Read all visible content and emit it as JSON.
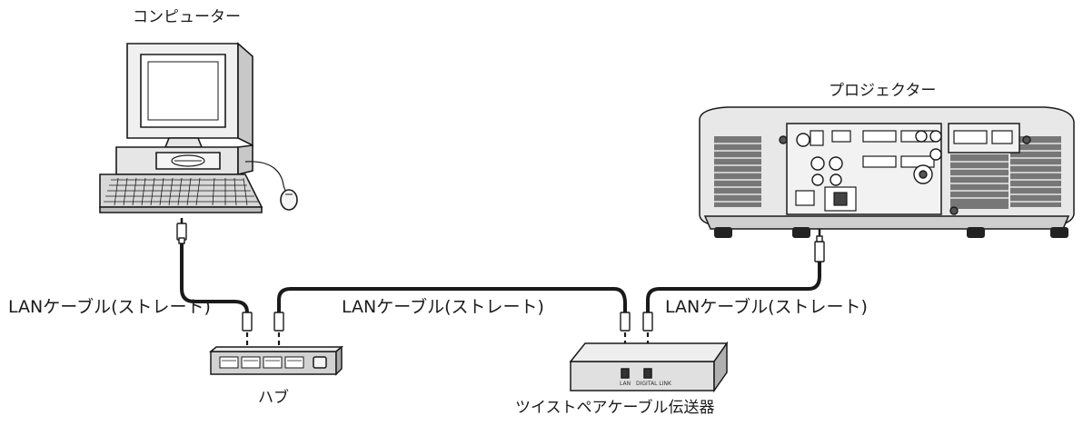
{
  "labels": {
    "computer": "コンピューター",
    "projector": "プロジェクター",
    "hub": "ハブ",
    "transmitter": "ツイストペアケーブル伝送器",
    "cable_left": "LANケーブル(ストレート)",
    "cable_middle": "LANケーブル(ストレート)",
    "cable_right": "LANケーブル(ストレート)"
  },
  "transmitter_ports": {
    "lan": "LAN",
    "digital_link": "DIGITAL LINK"
  },
  "colors": {
    "line": "#1a1a1a",
    "body_fill": "#e6e6e6",
    "shade": "#bdbdbd",
    "screen": "#ffffff"
  }
}
